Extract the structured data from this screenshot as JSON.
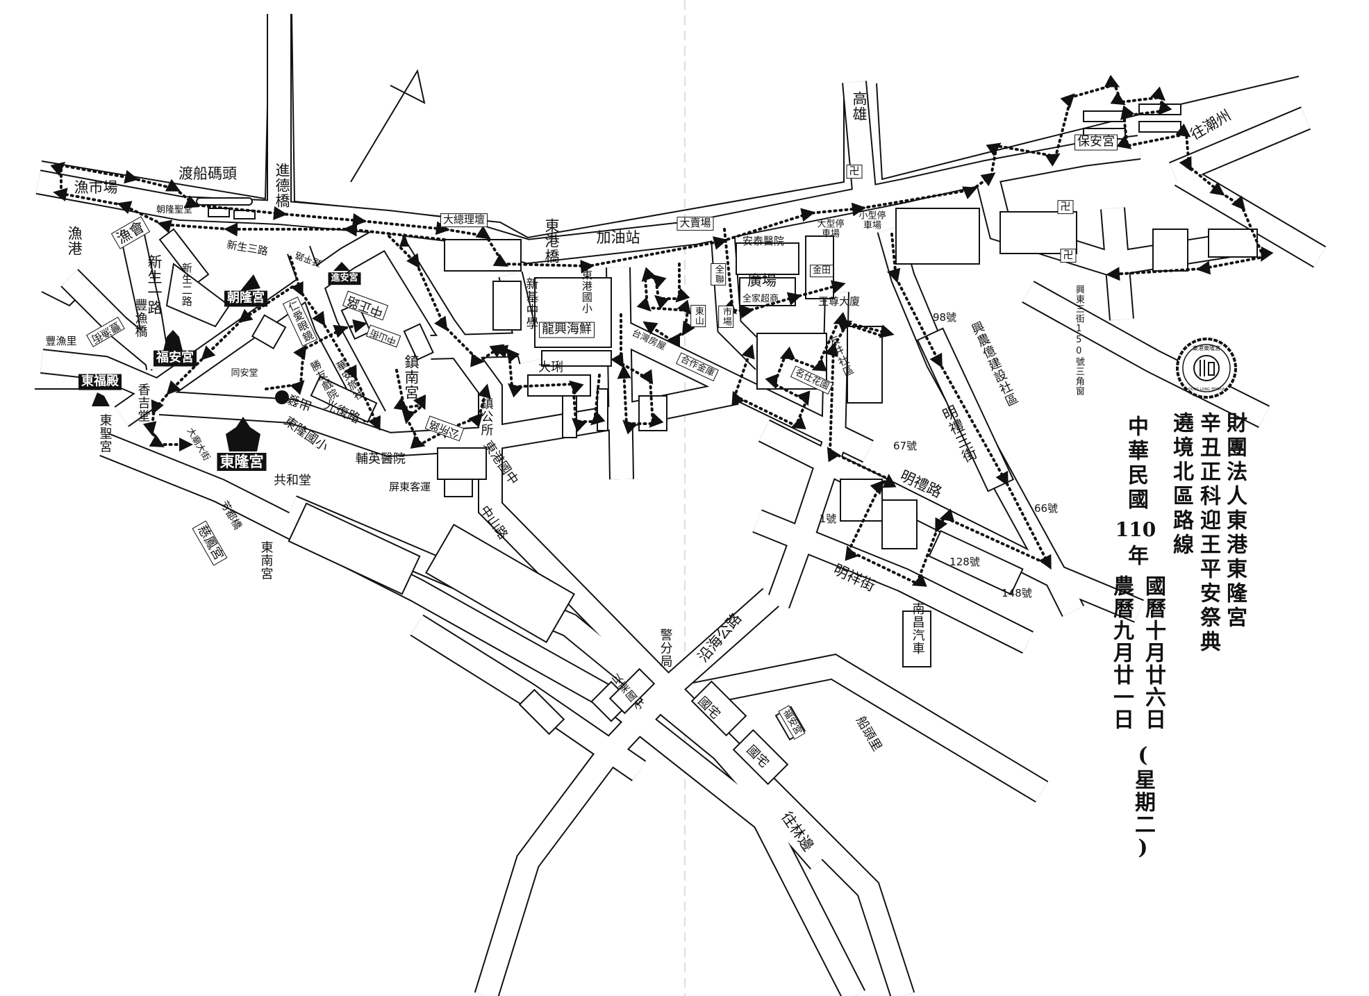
{
  "title": {
    "org": "財團法人東港東隆宮",
    "event": "辛丑正科迎王平安祭典",
    "route": "遶境北區路線",
    "era": "中華民國",
    "year_num": "110",
    "year_suffix": "年",
    "solar_date": "國曆十月廿六日",
    "lunar_date": "農曆九月廿一日",
    "weekday": "(星期二)"
  },
  "logo": {
    "chinese": "東港東隆宮",
    "english": "DONG LONG TEMPLE"
  },
  "colors": {
    "ink": "#111111",
    "paper": "#ffffff"
  },
  "labels": {
    "ferry_pier": "渡船碼頭",
    "fish_market": "漁市場",
    "jinde_bridge": "進德橋",
    "chaolong_hall": "朝隆聖堂",
    "fishery_assoc": "漁會",
    "fishing_port": "漁港",
    "xinsheng3": "新生三路",
    "xinsheng1": "新生一路",
    "xinsheng2": "新生二路",
    "fengyu_bridge": "豐漁橋",
    "fengyu_village": "豐漁里",
    "fengyu_street": "豐漁街",
    "fuan_temple": "福安宮",
    "dongfu_hall": "東福殿",
    "dongsheng_temple": "東聖宮",
    "xiangji_hall": "香吉堂",
    "tongan_hall": "同安堂",
    "chaolong_temple": "朝隆宮",
    "start": "出發",
    "guangfu_road": "光復路",
    "donglong_elem": "東隆國小",
    "fuying_hospital": "輔英醫院",
    "donglong_temple": "東隆宮",
    "temple_street": "大廟大街",
    "renai_glasses": "仁愛眼鏡",
    "huaan_hotel": "華安旅社",
    "shengyou_theater": "勝友戲院",
    "zhennan_temple": "鎮南宮",
    "jinan_temple": "進安宮",
    "yanping_road": "延平路",
    "zhongzheng_road": "中正路",
    "zhongshan_street": "中山街",
    "gongsuo_road": "公所路",
    "gonghe_hall": "共和堂",
    "pingtung_bus": "屏東客運",
    "dongnan_temple": "東南宮",
    "zhongshan_road": "中山路",
    "donggang_junior": "東港國中",
    "cifeng_temple": "慈鳳宮",
    "fangdu_bridge": "芳都橋",
    "zongli_altar": "大總理壇",
    "donggang_bridge": "東港橋",
    "gas_station": "加油站",
    "hypermarket": "大賣場",
    "xinji_high": "新基中學",
    "donggang_elem": "東港國小",
    "longxing_seafood": "龍興海鮮",
    "dali": "大琍",
    "town_office": "鎮公所",
    "antai_hospital": "安泰醫院",
    "plaza": "廣場",
    "familymart": "全家超商",
    "pxmart": "全聯",
    "dongshan": "東山",
    "market": "市場",
    "taiwan_realty": "台灣房屋",
    "cooperative_bank": "合作金庫",
    "mingshi_garden": "名仕花園",
    "gaoxiong": "高雄",
    "baoan_temple": "保安宮",
    "to_chaozhou": "往潮州",
    "large_parking": "大型停車場",
    "small_parking": "小型停車場",
    "jintian": "金田",
    "wangzun_building": "王尊大廈",
    "xingdong3": "興東三街150號三角窗",
    "swastika": "卍",
    "no98": "98號",
    "xingnong": "興農億建設社區",
    "youjing": "友井社區",
    "mingli3": "明禮三街",
    "no67": "67號",
    "mingli_road": "明禮路",
    "no66": "66號",
    "no1": "1號",
    "no128": "128號",
    "mingxiang_street": "明祥街",
    "no148": "148號",
    "nanchang_auto": "南昌汽車",
    "police_branch": "警分局",
    "coastal_highway": "沿海公路",
    "yili_elem": "以栗國小",
    "public_housing": "國宅",
    "fuan_temple2": "福安宮",
    "chuantou_village": "船頭里",
    "to_linbian": "往林邊"
  }
}
